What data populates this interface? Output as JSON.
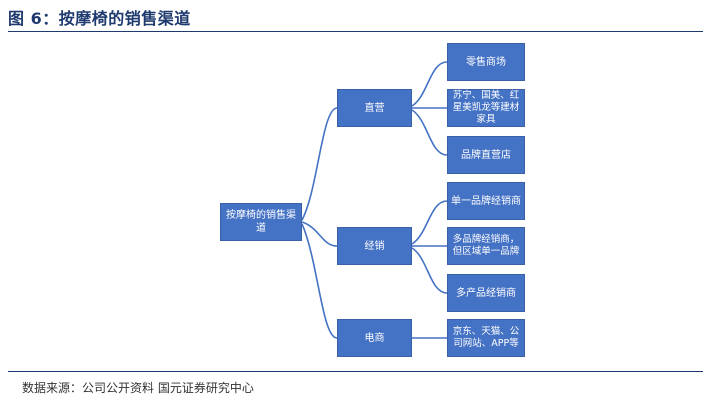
{
  "figure": {
    "title": "图 6：按摩椅的销售渠道",
    "source": "数据来源：公司公开资料  国元证券研究中心"
  },
  "diagram": {
    "root": "按摩椅的销售渠道",
    "branches": [
      {
        "label": "直营",
        "children": [
          "零售商场",
          "苏宁、国美、红星美凯龙等建材家具",
          "品牌直营店"
        ]
      },
      {
        "label": "经销",
        "children": [
          "单一品牌经销商",
          "多品牌经销商，但区域单一品牌",
          "多产品经销商"
        ]
      },
      {
        "label": "电商",
        "children": [
          "京东、天猫、公司网站、APP等"
        ]
      }
    ]
  },
  "colors": {
    "node_fill": "#4472c4",
    "connector": "#4472c4",
    "title": "#1f3a6e"
  }
}
